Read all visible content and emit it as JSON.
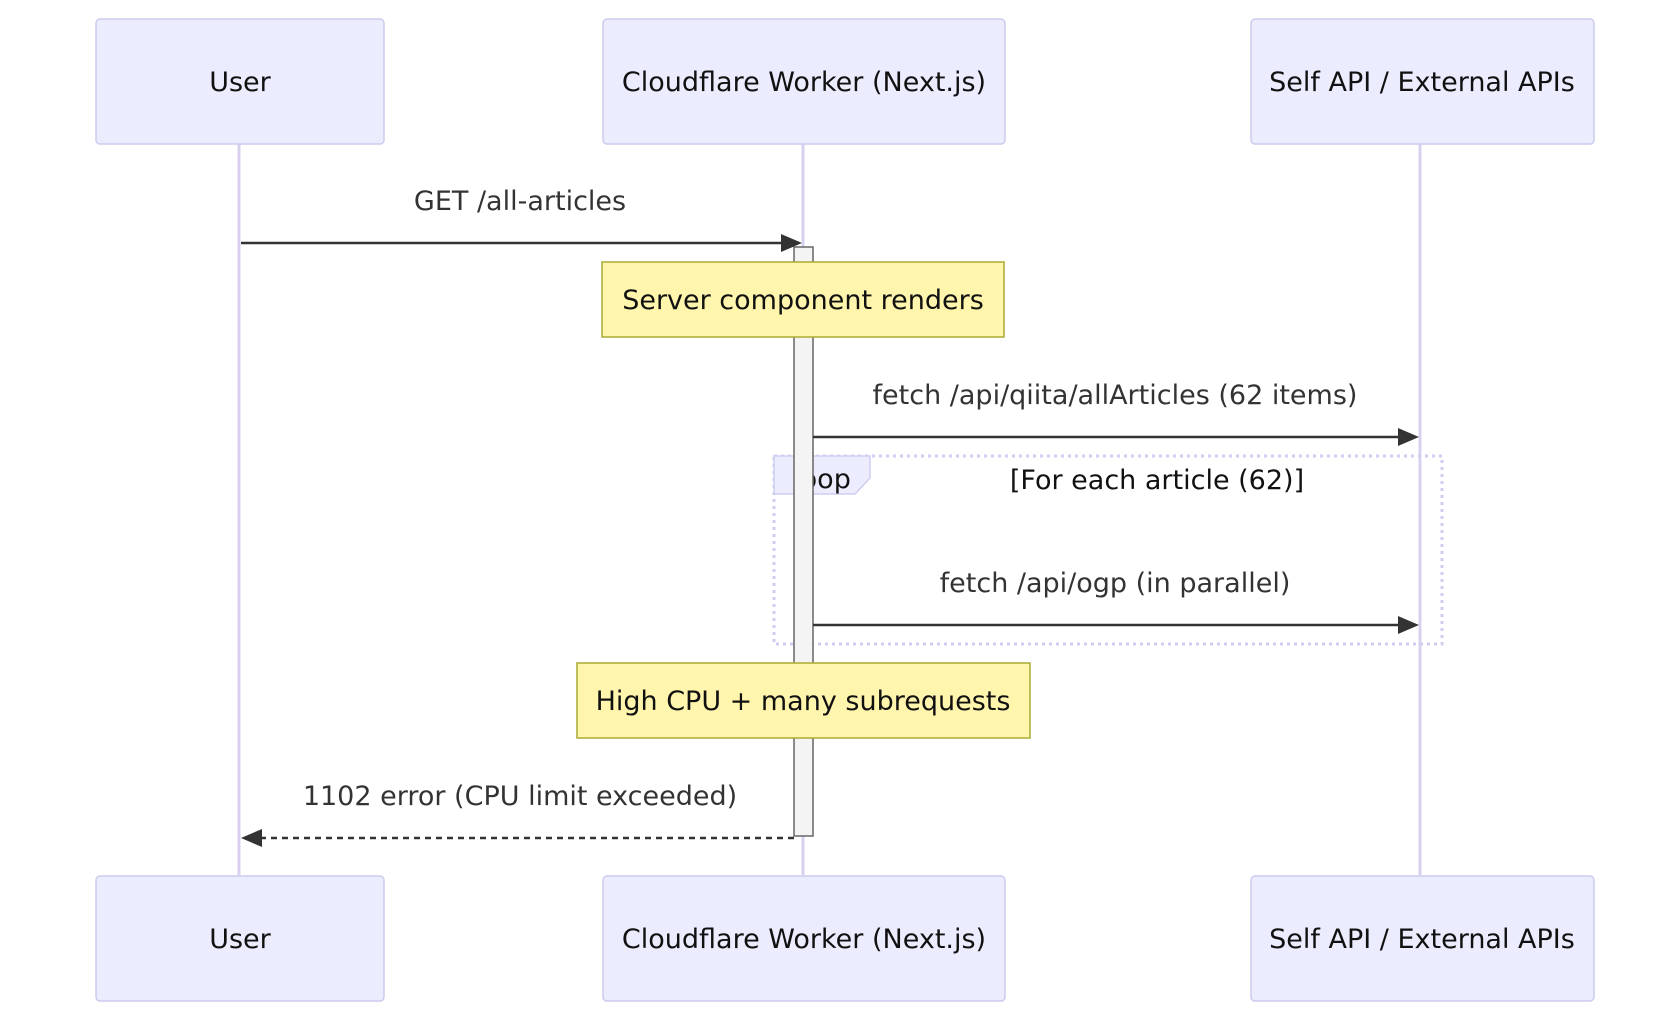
{
  "participants": [
    {
      "id": "user",
      "label": "User"
    },
    {
      "id": "worker",
      "label": "Cloudflare Worker (Next.js)"
    },
    {
      "id": "apis",
      "label": "Self API / External APIs"
    }
  ],
  "messages": [
    {
      "label": "GET /all-articles",
      "from": "User",
      "to": "Cloudflare Worker (Next.js)",
      "style": "solid"
    },
    {
      "label": "fetch /api/qiita/allArticles (62 items)",
      "from": "Cloudflare Worker (Next.js)",
      "to": "Self API / External APIs",
      "style": "solid"
    },
    {
      "label": "fetch /api/ogp (in parallel)",
      "from": "Cloudflare Worker (Next.js)",
      "to": "Self API / External APIs",
      "style": "solid"
    },
    {
      "label": "1102 error (CPU limit exceeded)",
      "from": "Cloudflare Worker (Next.js)",
      "to": "User",
      "style": "dashed"
    }
  ],
  "notes": [
    {
      "label": "Server component renders",
      "over": "Cloudflare Worker (Next.js)"
    },
    {
      "label": "High CPU + many subrequests",
      "over": "Cloudflare Worker (Next.js)"
    }
  ],
  "loop": {
    "label": "loop",
    "condition": "[For each article (62)]"
  },
  "colors": {
    "actor_fill": "#ECECFF",
    "actor_border": "#CCCCEE",
    "lifeline": "#D9D0F0",
    "note_fill": "#FFF5AD",
    "note_border": "#AAAA33",
    "arrow": "#333333"
  }
}
